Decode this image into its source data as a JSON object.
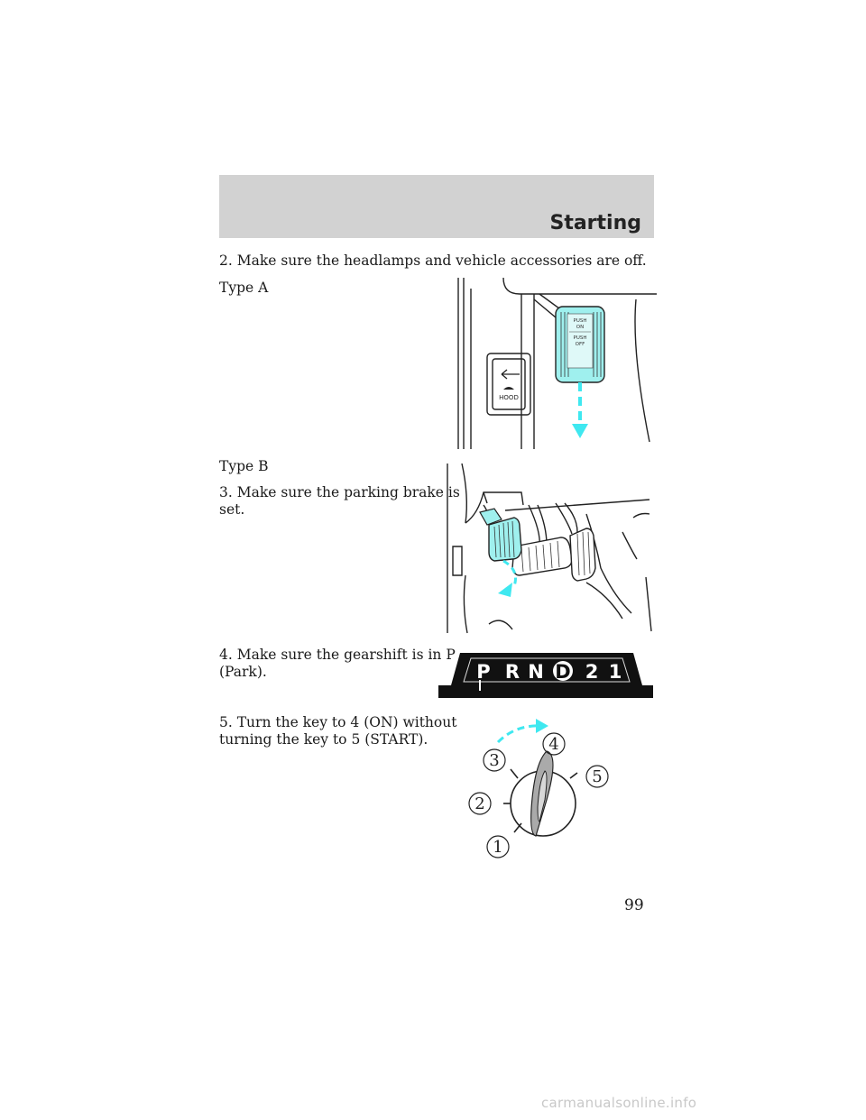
{
  "header": {
    "section_title": "Starting"
  },
  "body": {
    "step2": "2. Make sure the headlamps and vehicle accessories are off.",
    "type_a": "Type A",
    "type_b": "Type B",
    "step3_line1": "3. Make sure the parking brake is",
    "step3_line2": "set.",
    "step4_line1": "4. Make sure the gearshift is in P",
    "step4_line2": "(Park).",
    "step5_line1": "5. Turn the key to 4 (ON) without",
    "step5_line2": "turning the key to 5 (START)."
  },
  "figures": {
    "parking_brake_a": {
      "release_label_line1": "PUSH",
      "release_label_line2": "ON",
      "release_label_line3": "PUSH",
      "release_label_line4": "OFF",
      "hood_label": "HOOD"
    },
    "gearshift": {
      "positions": [
        "P",
        "R",
        "N",
        "D",
        "2",
        "1"
      ],
      "selected": "P"
    },
    "ignition": {
      "positions": [
        "1",
        "2",
        "3",
        "4",
        "5"
      ]
    }
  },
  "colors": {
    "accent_cyan": "#3fe8f0",
    "pedal_fill": "#9ff0ee",
    "header_gray": "#d2d2d2"
  },
  "page_number": "99",
  "watermark": "carmanualsonline.info"
}
